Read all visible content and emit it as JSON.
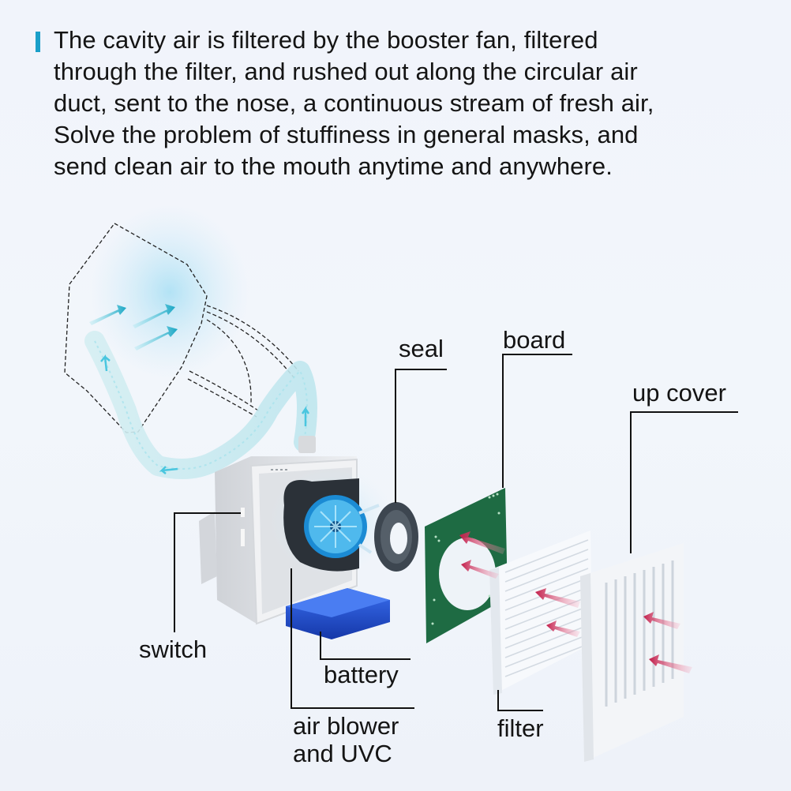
{
  "description": {
    "accent_color": "#1a9fc9",
    "lines": [
      "The cavity air is filtered by the booster fan, filtered",
      "through the filter, and rushed out along the circular air",
      "duct, sent to the nose, a continuous stream of fresh air,",
      "Solve the problem of stuffiness in general masks, and",
      "send clean air to the mouth anytime and anywhere."
    ]
  },
  "diagram": {
    "labels": {
      "seal": "seal",
      "board": "board",
      "up_cover": "up cover",
      "switch": "switch",
      "battery": "battery",
      "air_blower_line1": "air blower",
      "air_blower_line2": "and UVC",
      "filter": "filter"
    },
    "colors": {
      "air_flow_clean": "#2bb6d6",
      "air_flow_intake": "#c8254f",
      "board": "#1e6b43",
      "battery": "#1f4fd0",
      "seal": "#3d4650",
      "housing": "#e2e4e8",
      "filter": "#f6f8fb"
    }
  }
}
